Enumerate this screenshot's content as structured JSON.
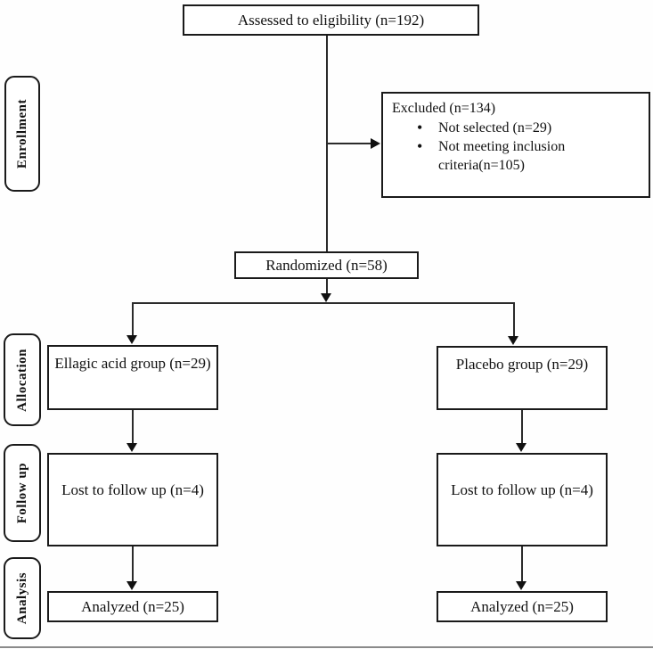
{
  "diagram": {
    "type": "consort-flowchart",
    "stages": {
      "enrollment": "Enrollment",
      "allocation": "Allocation",
      "follow_up": "Follow up",
      "analysis": "Analysis"
    },
    "nodes": {
      "assessed": "Assessed to eligibility (n=192)",
      "excluded": {
        "title": "Excluded (n=134)",
        "items": [
          "Not selected (n=29)",
          "Not meeting inclusion criteria(n=105)"
        ]
      },
      "randomized": "Randomized (n=58)",
      "ellagic_group": "Ellagic acid group (n=29)",
      "placebo_group": "Placebo group (n=29)",
      "lost_left": "Lost to follow up (n=4)",
      "lost_right": "Lost to follow up (n=4)",
      "analyzed_left": "Analyzed (n=25)",
      "analyzed_right": "Analyzed (n=25)"
    },
    "colors": {
      "border": "#1a1a1a",
      "line": "#2b2b2b",
      "text": "#111111",
      "background": "#ffffff"
    }
  }
}
